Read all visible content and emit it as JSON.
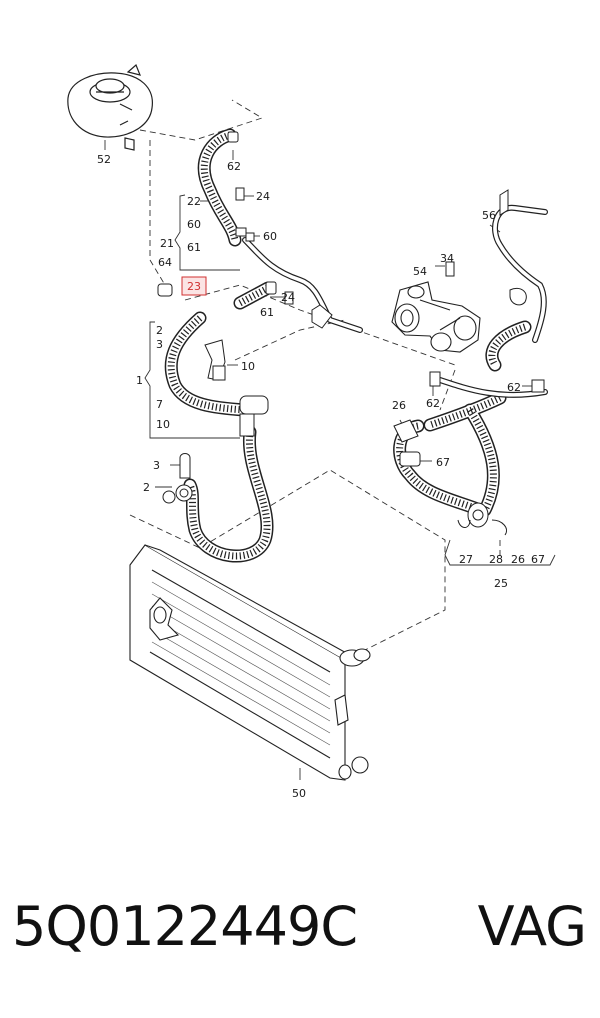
{
  "callouts": {
    "c52": "52",
    "c62a": "62",
    "c22": "22",
    "c24a": "24",
    "c60a": "60",
    "c60b": "60",
    "c21": "21",
    "c61a": "61",
    "c64": "64",
    "c23": "23",
    "c61b": "61",
    "c24b": "24",
    "c2a": "2",
    "c3a": "3",
    "c10a": "10",
    "c1": "1",
    "c7": "7",
    "c10b": "10",
    "c3b": "3",
    "c2b": "2",
    "c56": "56",
    "c34": "34",
    "c54": "54",
    "c62b": "62",
    "c26a": "26",
    "c62c": "62",
    "c67a": "67",
    "c27": "27",
    "c28": "28",
    "c26b": "26",
    "c67b": "67",
    "c25": "25",
    "c50": "50"
  },
  "colors": {
    "highlight": "#d03030",
    "highlight_fill": "#fbe4e4"
  },
  "footer": {
    "part_number": "5Q0122449C",
    "brand": "VAG"
  }
}
